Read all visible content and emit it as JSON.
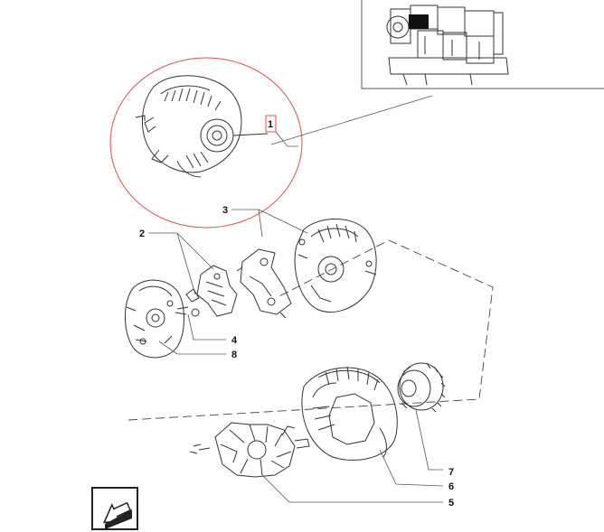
{
  "callouts": {
    "c1": "1",
    "c2": "2",
    "c3": "3",
    "c4": "4",
    "c5": "5",
    "c6": "6",
    "c7": "7",
    "c8": "8"
  },
  "colors": {
    "line": "#333333",
    "highlight_circle": "#d9534f",
    "callout_box": "#d9534f",
    "engine_highlight": "#111111"
  },
  "icons": {
    "navigation": "back-arrow-icon"
  }
}
